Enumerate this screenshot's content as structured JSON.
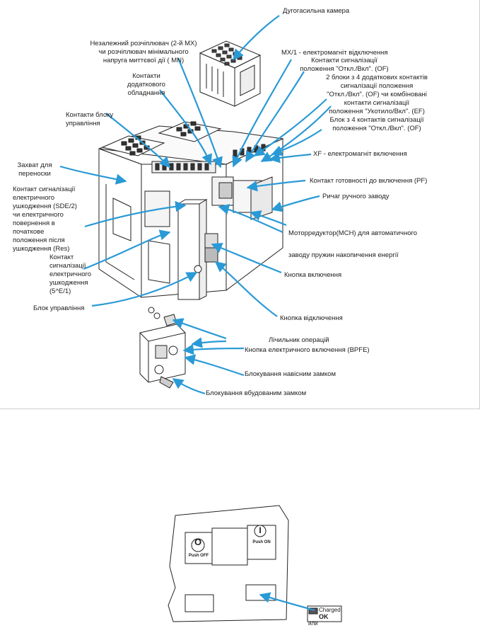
{
  "colors": {
    "arrow": "#2a9ad6",
    "line": "#222222",
    "paper": "#ffffff"
  },
  "labels": {
    "arc_chamber": "Дугогасильна камера",
    "shunt_release": "Незалежний розчіплювач (2-й MX)\nчи розчіплювач мінімального\nнапруга миттєвої дії ( MN)",
    "aux_contacts": "Контакти\nдодаткового\nобладнання",
    "mx1": "MX/1 - електромагніт відключення",
    "of_contacts": "Контакти сигналізації\nположення \"Откл./Вкл\". (OF)",
    "blocks_4": "2 блоки з 4 додаткових контактів\nсигналізації положення\n\"Откл./Вкл\". (OF) чи комбіновані\nконтакти сигналізації\nположення \"Укотило/Вкл\". (EF)\nБлок з 4 контактів сигналізації\nположення \"Откл./Вкл\". (OF)",
    "control_contacts": "Контакти блоку\nуправління",
    "xf": "XF - електромагніт включення",
    "carry_handle": "Захват для\nпереноски",
    "pf": "Контакт готовності до включення (PF)",
    "manual_lever": "Ричаг ручного заводу",
    "sde2": "Контакт сигналізації\nелектричного\nушкодження (SDE/2)\nчи електричного\nповернення в\nпочаткове\nположення після\nушкодження (Res)",
    "sde1": "Контакт\nсигналізації\nелектричного\nушкодження\n(5^E/1)",
    "mch_1": "Моторредуктор(MCH) для автоматичного",
    "mch_2": "заводу пружин накопичення енергії",
    "close_button": "Кнопка включення",
    "control_block": "Блок управління",
    "open_button": "Кнопка відключення",
    "counter": "Лічильник операцій",
    "bpfe": "Кнопка електричного включення (BPFE)",
    "padlock": "Блокування навісним замком",
    "builtin_lock": "Блокування вбудованим замком"
  },
  "panel": {
    "off_symbol": "O",
    "off_text": "Push OFF",
    "on_symbol": "I",
    "on_text": "Push ON",
    "charged_text": "Charged",
    "ok_text": "OK",
    "or_text": "или"
  }
}
